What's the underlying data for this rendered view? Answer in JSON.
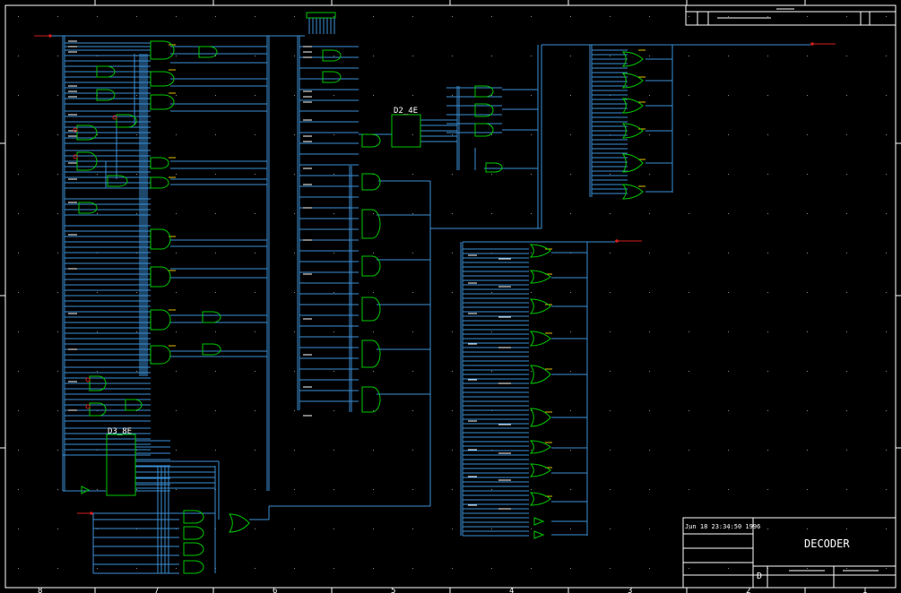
{
  "sheet": {
    "title": "DECODER",
    "timestamp": "Jun 18 23:34:50 1996",
    "size_letter": "D",
    "border_numbers": [
      "8",
      "7",
      "6",
      "5",
      "4",
      "3",
      "2",
      "1"
    ]
  },
  "components": {
    "decoder_2to4": "D2_4E",
    "decoder_3to8": "D3_8E"
  },
  "colors": {
    "background": "#000000",
    "wire": "#3b8fd6",
    "gate": "#00c800",
    "port": "#d02020",
    "frame": "#ffffff",
    "pin_label": "#e0c000"
  }
}
